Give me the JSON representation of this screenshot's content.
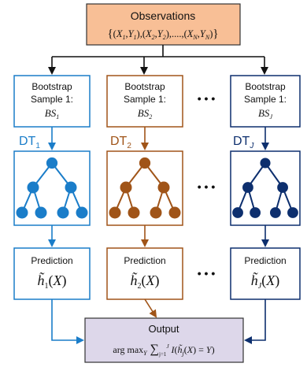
{
  "colors": {
    "col1": "#1a7dc9",
    "col2": "#a05418",
    "col3": "#0d2f6e",
    "obs_fill": "#f8bf96",
    "out_fill": "#ddd7ea",
    "arrow": "#111111"
  },
  "observations": {
    "title": "Observations",
    "formula": "{(X1,Y1),(X2,Y2),....,(XN,YN)}"
  },
  "columns": [
    {
      "bootstrap_line1": "Bootstrap",
      "bootstrap_line2": "Sample 1:",
      "bs_label": "BS",
      "bs_sub": "1",
      "dt_label": "DT",
      "dt_sub": "1",
      "prediction_label": "Prediction",
      "pred_formula": "h̃1(X)"
    },
    {
      "bootstrap_line1": "Bootstrap",
      "bootstrap_line2": "Sample 1:",
      "bs_label": "BS",
      "bs_sub": "2",
      "dt_label": "DT",
      "dt_sub": "2",
      "prediction_label": "Prediction",
      "pred_formula": "h̃2(X)"
    },
    {
      "bootstrap_line1": "Bootstrap",
      "bootstrap_line2": "Sample 1:",
      "bs_label": "BS",
      "bs_sub": "J",
      "dt_label": "DT",
      "dt_sub": "J",
      "prediction_label": "Prediction",
      "pred_formula": "h̃J(X)"
    }
  ],
  "ellipsis": "• • •",
  "output": {
    "title": "Output",
    "formula": "arg maxY ∑j=1J I(h̃j(X) = Y)"
  }
}
